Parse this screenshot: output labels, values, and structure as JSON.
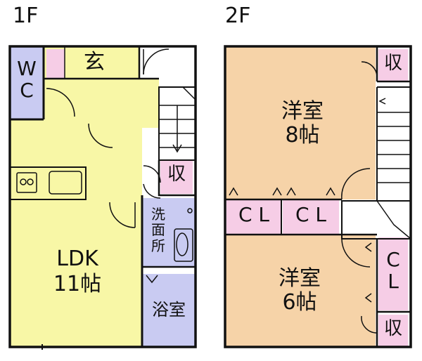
{
  "floors": [
    {
      "label": "1F"
    },
    {
      "label": "2F"
    }
  ],
  "rooms_1f": {
    "wc": "W\nC",
    "entrance": "玄",
    "storage": "収",
    "ldk_name": "LDK",
    "ldk_size": "11帖",
    "washroom": "洗\n面\n所",
    "bath": "浴室"
  },
  "rooms_2f": {
    "western_1_name": "洋室",
    "western_1_size": "8帖",
    "western_2_name": "洋室",
    "western_2_size": "6帖",
    "closet_left": "C L",
    "closet_right": "C L",
    "closet_vertical": "C\nL",
    "storage_top": "収",
    "storage_bottom": "収"
  },
  "colors": {
    "ldk": "#f8f7a6",
    "western": "#f6d3a8",
    "storage": "#f6cde6",
    "wet": "#c9cbf2",
    "wall": "#111111",
    "corridor": "#ffffff"
  }
}
